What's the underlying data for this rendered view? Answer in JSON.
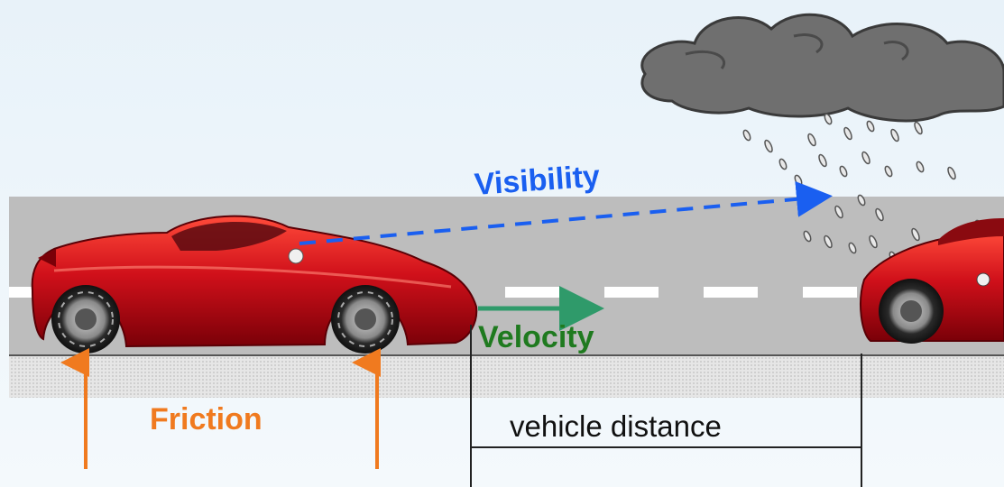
{
  "labels": {
    "visibility": "Visibility",
    "velocity": "Velocity",
    "friction": "Friction",
    "vehicle_distance": "vehicle distance"
  },
  "colors": {
    "visibility": "#1a5ff0",
    "velocity": "#1f7a1f",
    "friction": "#f07a1f",
    "road": "#bdbdbd",
    "car": "#c8101a",
    "cloud": "#6f6f6f",
    "background": "#eef6fb"
  }
}
